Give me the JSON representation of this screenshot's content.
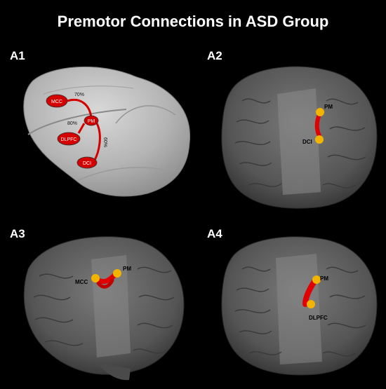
{
  "title": "Premotor Connections in ASD Group",
  "panels": [
    {
      "label": "A1",
      "nodes": {
        "mcc": "MCC",
        "pm": "PM",
        "dlpfc": "DLPFC",
        "dci": "DCI"
      },
      "edges": {
        "mcc_pm": "70%",
        "dlpfc_pm": "80%",
        "pm_dci": "60%"
      }
    },
    {
      "label": "A2",
      "nodes": {
        "top": "PM",
        "bottom": "DCI"
      }
    },
    {
      "label": "A3",
      "nodes": {
        "left": "MCC",
        "right": "PM"
      }
    },
    {
      "label": "A4",
      "nodes": {
        "top": "PM",
        "bottom": "DLPFC"
      }
    }
  ],
  "colors": {
    "background": "#000000",
    "brain": "#585858",
    "inflated_brain": "#bdbdbd",
    "tract": "#e00000",
    "node": "#f2b400",
    "roi": "#d40000",
    "text": "#ffffff"
  }
}
